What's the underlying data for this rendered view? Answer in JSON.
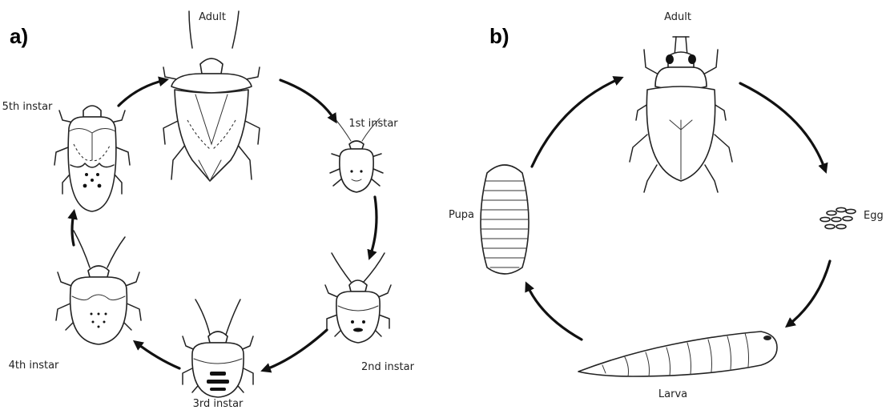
{
  "panel_a": {
    "letter": "a)",
    "labels": {
      "adult": "Adult",
      "first": "1st instar",
      "second": "2nd instar",
      "third": "3rd instar",
      "fourth": "4th instar",
      "fifth": "5th instar"
    }
  },
  "panel_b": {
    "letter": "b)",
    "labels": {
      "adult": "Adult",
      "egg": "Egg",
      "larva": "Larva",
      "pupa": "Pupa"
    }
  }
}
